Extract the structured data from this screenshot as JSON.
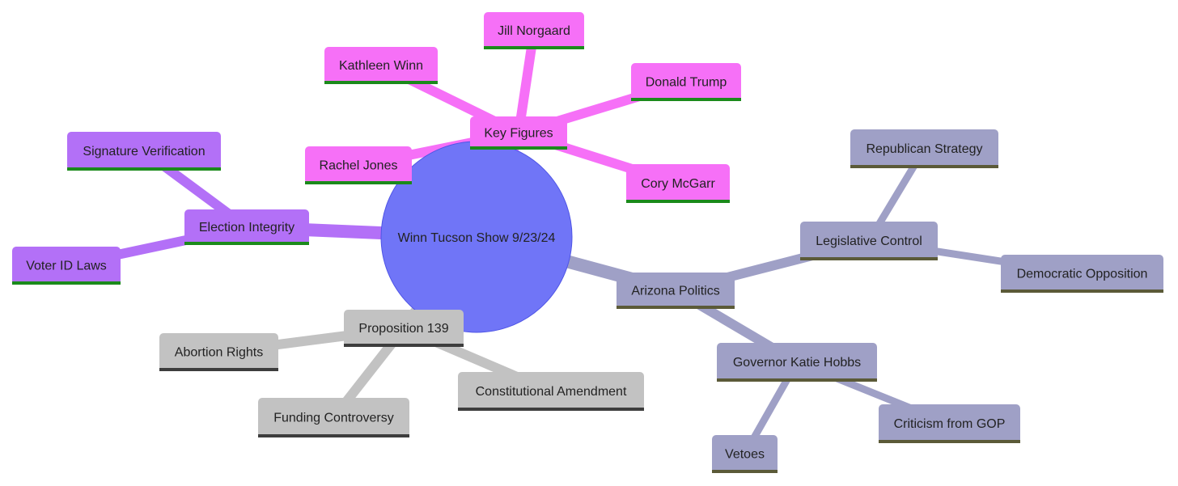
{
  "root": {
    "label": "Winn Tucson Show 9/23/24",
    "color": "#7075f7",
    "stroke": "#4f55e6"
  },
  "branches": [
    {
      "key": "key-figures",
      "label": "Key Figures",
      "color": "#f670f7",
      "underline": "#1b8a1b",
      "children": [
        "Jill Norgaard",
        "Kathleen Winn",
        "Donald Trump",
        "Rachel Jones",
        "Cory McGarr"
      ]
    },
    {
      "key": "election-integrity",
      "label": "Election Integrity",
      "color": "#b370f7",
      "underline": "#1b8a1b",
      "children": [
        "Signature Verification",
        "Voter ID Laws"
      ]
    },
    {
      "key": "proposition-139",
      "label": "Proposition 139",
      "color": "#c2c2c2",
      "underline": "#3d3d3d",
      "children": [
        "Abortion Rights",
        "Funding Controversy",
        "Constitutional Amendment"
      ]
    },
    {
      "key": "arizona-politics",
      "label": "Arizona Politics",
      "color": "#9fa0c6",
      "underline": "#5b5a38",
      "children": [
        {
          "label": "Legislative Control",
          "children": [
            "Republican Strategy",
            "Democratic Opposition"
          ]
        },
        {
          "label": "Governor Katie Hobbs",
          "children": [
            "Vetoes",
            "Criticism from GOP"
          ]
        }
      ]
    }
  ]
}
